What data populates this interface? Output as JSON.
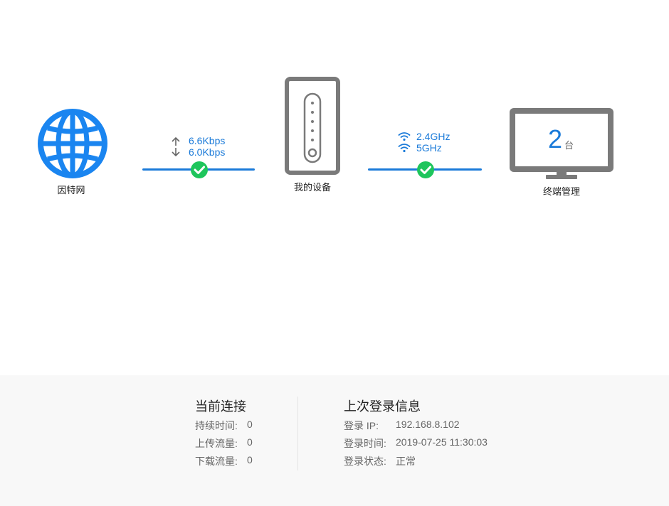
{
  "topology": {
    "internet": {
      "label": "因特网",
      "icon": "globe-icon"
    },
    "wan_link": {
      "upload_speed": "6.6Kbps",
      "download_speed": "6.0Kbps",
      "status": "connected"
    },
    "device": {
      "label": "我的设备",
      "icon": "router-icon"
    },
    "wifi_link": {
      "band_1": "2.4GHz",
      "band_2": "5GHz",
      "status": "connected"
    },
    "terminals": {
      "count": "2",
      "unit": "台",
      "label": "终端管理",
      "icon": "monitor-icon"
    }
  },
  "current_connection": {
    "title": "当前连接",
    "rows": [
      {
        "label": "持续时间:",
        "value": "0"
      },
      {
        "label": "上传流量:",
        "value": "0"
      },
      {
        "label": "下载流量:",
        "value": "0"
      }
    ]
  },
  "last_login": {
    "title": "上次登录信息",
    "rows": [
      {
        "label": "登录 IP:",
        "value": "192.168.8.102"
      },
      {
        "label": "登录时间:",
        "value": "2019-07-25 11:30:03"
      },
      {
        "label": "登录状态:",
        "value": "正常"
      }
    ]
  },
  "colors": {
    "accent_blue": "#1a7ad9",
    "globe_blue": "#1a85f0",
    "success_green": "#1ec55c",
    "device_gray": "#7a7a7a",
    "footer_bg": "#f8f8f8"
  }
}
